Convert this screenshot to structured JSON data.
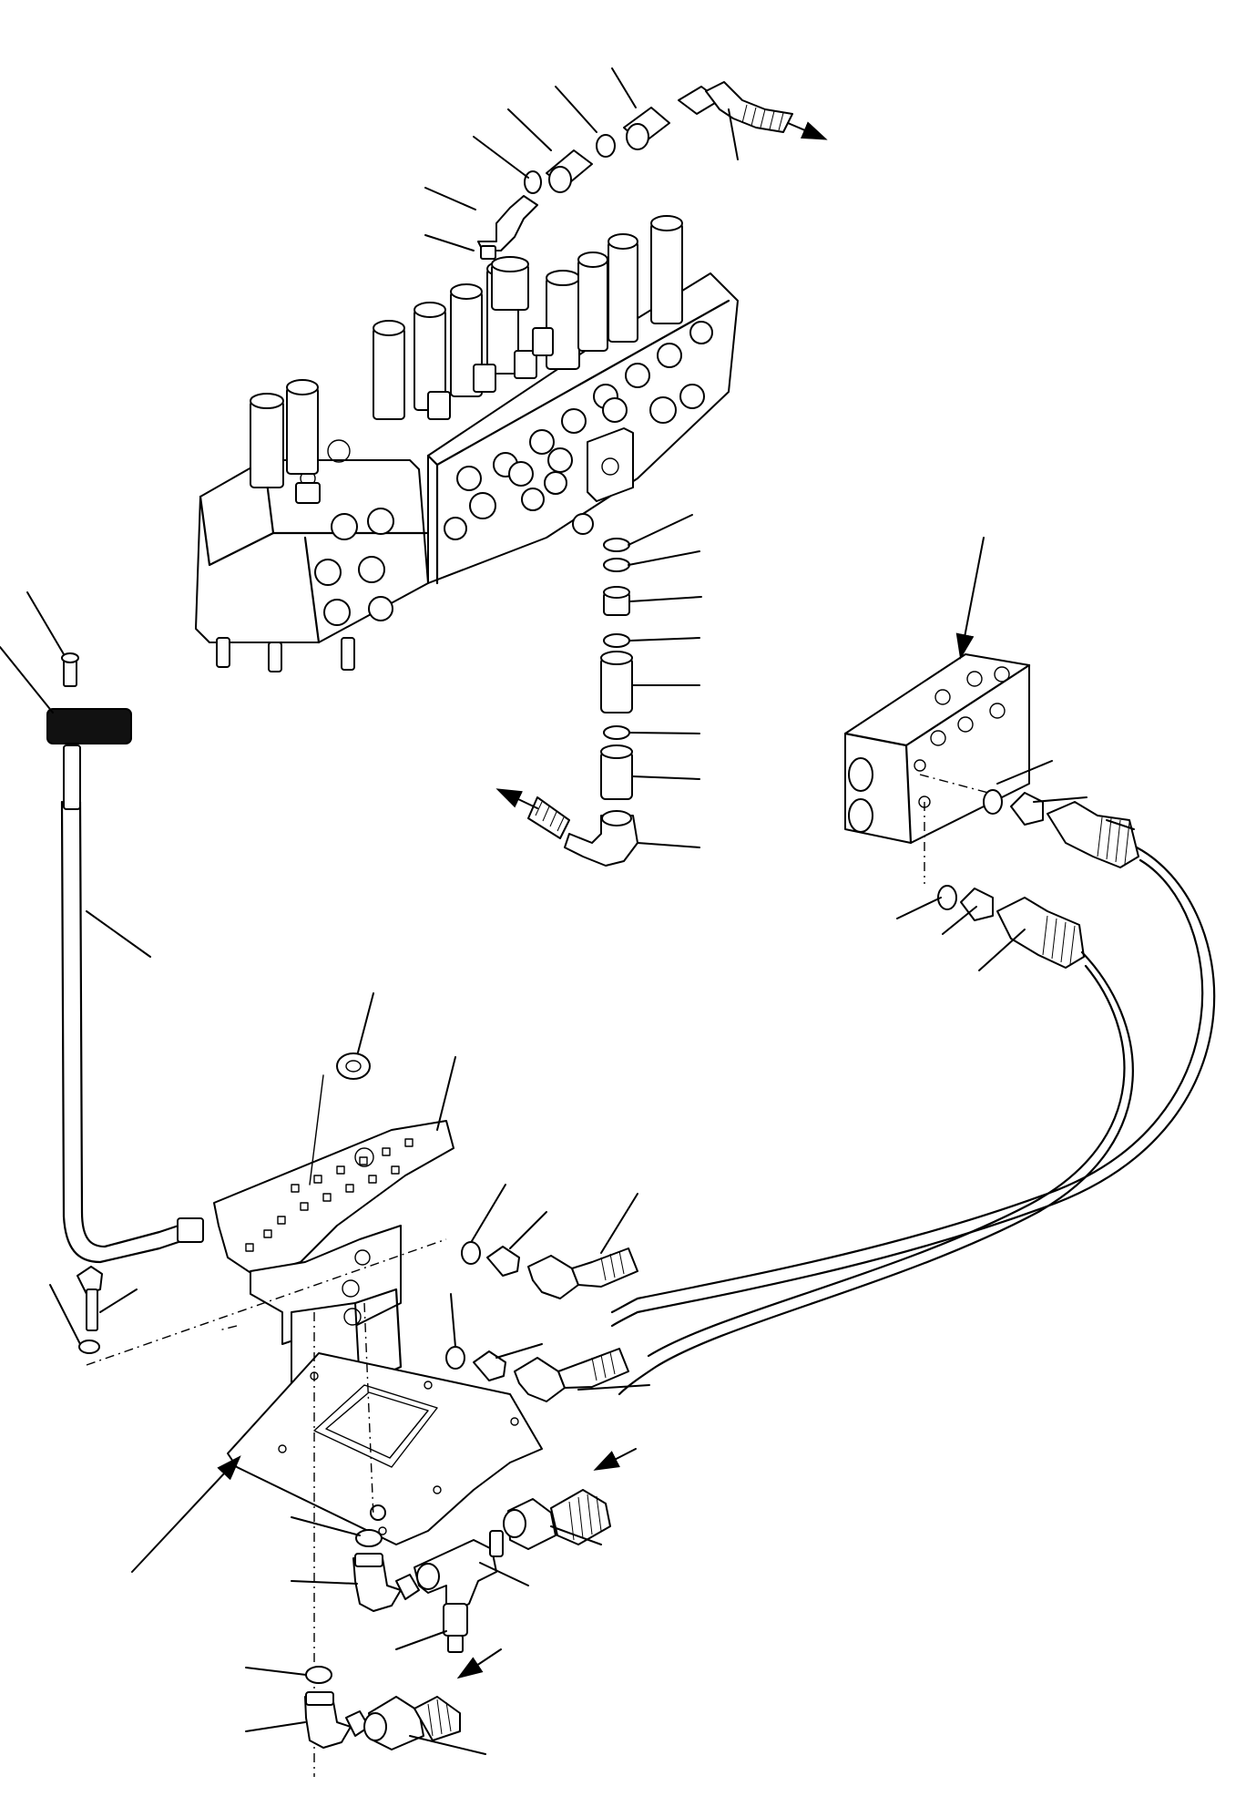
{
  "diagram": {
    "background": "#ffffff",
    "line_color": "#000000",
    "components": [
      "control-valve-assembly",
      "pilot-manifold-block",
      "pilot-control-valve-pedal",
      "pedal-rod",
      "pedal-knob",
      "mounting-plate",
      "pilot-hose-upper",
      "pilot-hose-lower",
      "tee-fitting",
      "elbow-fitting",
      "adapter-fitting",
      "o-ring",
      "cap-screw",
      "nut"
    ],
    "flow_arrows": 4,
    "callout_arrows": 4
  }
}
